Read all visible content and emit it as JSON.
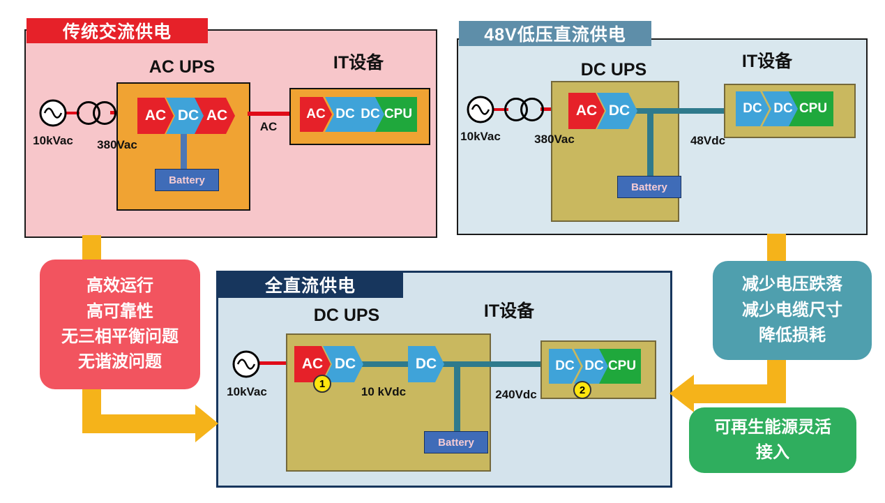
{
  "colors": {
    "accent_red": "#e62129",
    "converter_blue": "#3fa3d9",
    "cpu_green": "#1fa83c",
    "panel_pink": "#f7c6ca",
    "panel_blue": "#d9e7ee",
    "khaki_box": "#c9b85f",
    "orange_box": "#f0a333",
    "navy_banner": "#17365d",
    "steel_banner": "#5e8ea9",
    "arrow_yellow": "#f5b31a",
    "battery_blue": "#3f6cb8",
    "dc_bus_teal": "#2f7a8c"
  },
  "panel_ac": {
    "title": "传统交流供电",
    "ups_label": "AC UPS",
    "it_label": "IT设备",
    "source": "10kVac",
    "transformer": "380Vac",
    "line_label": "AC",
    "battery": "Battery",
    "ups_blocks": [
      "AC",
      "DC",
      "AC"
    ],
    "it_blocks": [
      "AC",
      "DC",
      "DC",
      "CPU"
    ]
  },
  "panel_48v": {
    "title": "48V低压直流供电",
    "ups_label": "DC UPS",
    "it_label": "IT设备",
    "source": "10kVac",
    "transformer": "380Vac",
    "line_label": "48Vdc",
    "battery": "Battery",
    "ups_blocks": [
      "AC",
      "DC"
    ],
    "it_blocks": [
      "DC",
      "DC",
      "CPU"
    ]
  },
  "panel_fulldc": {
    "title": "全直流供电",
    "ups_label": "DC UPS",
    "it_label": "IT设备",
    "source": "10kVac",
    "bus_label": "10 kVdc",
    "line_label": "240Vdc",
    "battery": "Battery",
    "marker_1": "1",
    "marker_2": "2",
    "rectifier_blocks": [
      "AC",
      "DC"
    ],
    "converter_block": "DC",
    "it_blocks": [
      "DC",
      "DC",
      "CPU"
    ]
  },
  "callout_left": {
    "line1": "高效运行",
    "line2": "高可靠性",
    "line3": "无三相平衡问题",
    "line4": "无谐波问题"
  },
  "callout_right": {
    "line1": "减少电压跌落",
    "line2": "减少电缆尺寸",
    "line3": "降低损耗"
  },
  "callout_green": {
    "line1": "可再生能源灵活",
    "line2": "接入"
  }
}
